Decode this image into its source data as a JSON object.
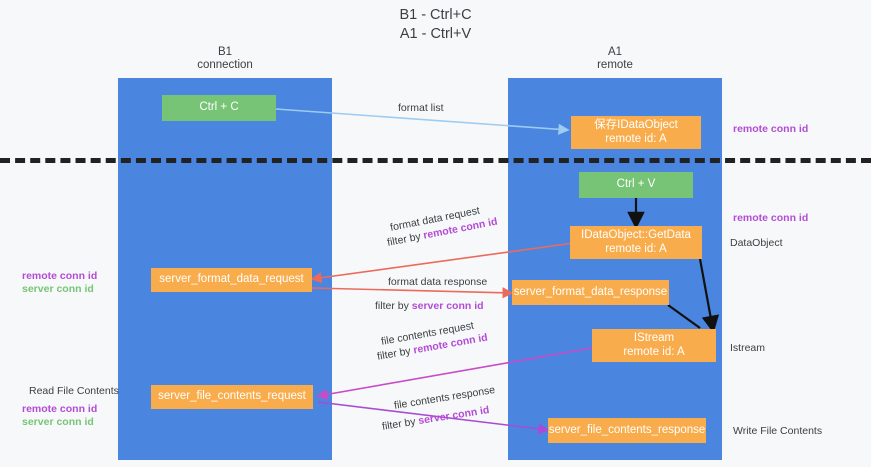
{
  "title": "B1 - Ctrl+C\nA1 - Ctrl+V",
  "lanes": [
    {
      "name": "b1",
      "header": "B1\nconnection"
    },
    {
      "name": "a1",
      "header": "A1\nremote"
    }
  ],
  "nodes": {
    "ctrl_c": "Ctrl + C",
    "ctrl_v": "Ctrl + V",
    "save_idataobject": "保存IDataObject\nremote id: A",
    "idataobject_getdata": "IDataObject::GetData\nremote id: A",
    "istream": "IStream\nremote id: A",
    "server_format_data_request": "server_format_data_request",
    "server_format_data_response": "server_format_data_response",
    "server_file_contents_request": "server_file_contents_request",
    "server_file_contents_response": "server_file_contents_response"
  },
  "edges": {
    "format_list": "format list",
    "format_data_request": "format data request",
    "format_data_request_filter_prefix": "filter by ",
    "format_data_request_filter_value": "remote conn id",
    "format_data_response": "format data response",
    "format_data_response_filter_prefix": "filter by ",
    "format_data_response_filter_value": "server conn id",
    "file_contents_request": "file contents request",
    "file_contents_request_filter_prefix": "filter by ",
    "file_contents_request_filter_value": "remote conn id",
    "file_contents_response": "file contents response",
    "file_contents_response_filter_prefix": "filter by ",
    "file_contents_response_filter_value": "server conn id"
  },
  "annotations": {
    "right_remote_conn_id_top": "remote conn id",
    "right_remote_conn_id_mid": "remote conn id",
    "dataobject": "DataObject",
    "istream": "Istream",
    "write_file_contents": "Write File Contents",
    "left_remote_conn_id_mid": "remote conn id",
    "left_server_conn_id_mid": "server conn id",
    "read_file_contents": "Read File Contents",
    "left_remote_conn_id_bottom": "remote conn id",
    "left_server_conn_id_bottom": "server conn id"
  },
  "colors": {
    "lane": "#4a86e0",
    "green_node": "#77c476",
    "orange_node": "#f9ac4b",
    "purple_text": "#b44bd6",
    "green_text": "#77c476",
    "arrow_light_blue": "#9ecbf0",
    "arrow_red": "#ec6a5c",
    "arrow_magenta": "#c84bc8",
    "arrow_purple": "#a84bd6",
    "arrow_black": "#000000",
    "divider": "#222222"
  }
}
